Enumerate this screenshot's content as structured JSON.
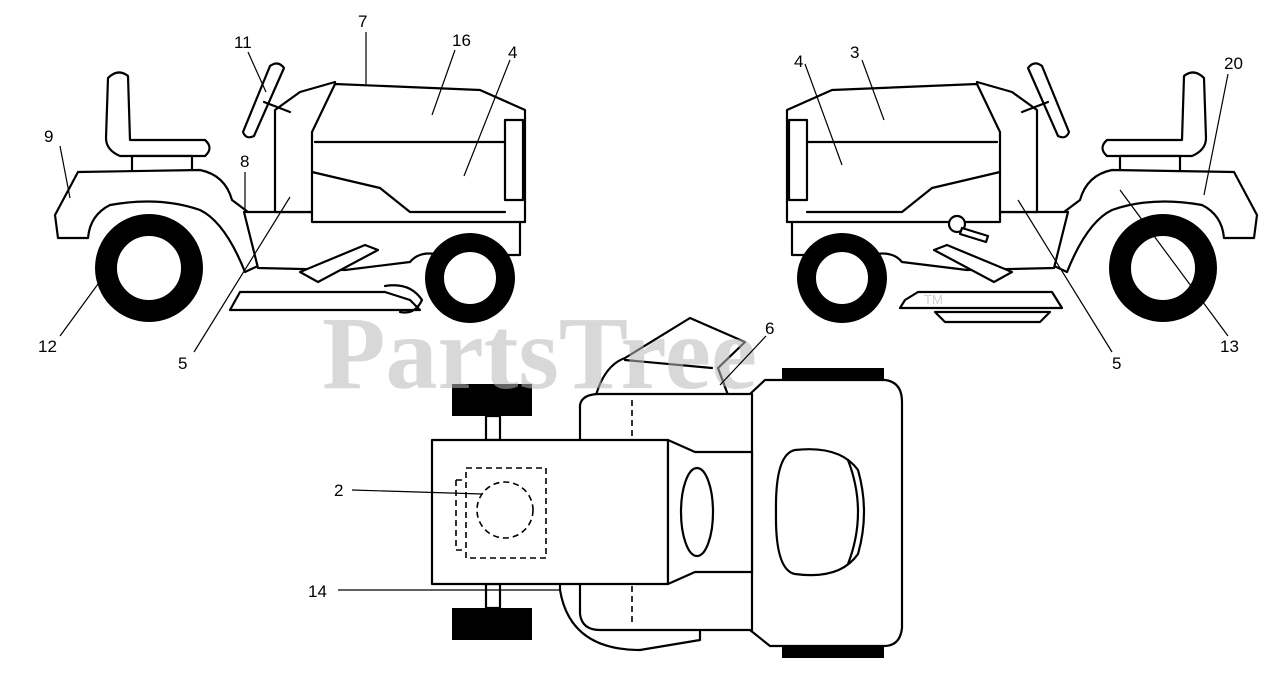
{
  "watermark": {
    "text": "PartsTree",
    "trademark": "TM"
  },
  "callouts": {
    "c2": "2",
    "c3": "3",
    "c4_left": "4",
    "c4_right": "4",
    "c5_left": "5",
    "c5_right": "5",
    "c6": "6",
    "c7": "7",
    "c8": "8",
    "c9": "9",
    "c11": "11",
    "c12": "12",
    "c13": "13",
    "c14": "14",
    "c16": "16",
    "c20": "20"
  }
}
